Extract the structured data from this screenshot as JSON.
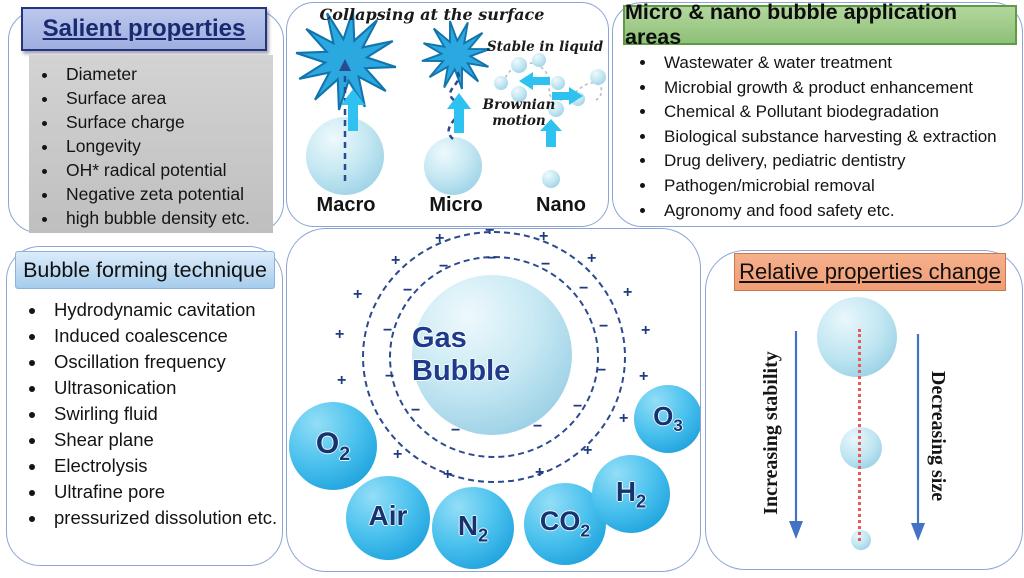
{
  "panels": {
    "salient": {
      "title": "Salient properties",
      "items": [
        "Diameter",
        "Surface area",
        "Surface charge",
        "Longevity",
        "OH* radical potential",
        "Negative zeta potential",
        "high bubble density etc."
      ]
    },
    "behavior": {
      "title_script": "Collapsing at the surface",
      "stable_label": "Stable in liquid",
      "brownian_label": "Brownian motion",
      "size_labels": [
        "Macro",
        "Micro",
        "Nano"
      ]
    },
    "applications": {
      "title": "Micro & nano bubble application areas",
      "items": [
        "Wastewater & water treatment",
        "Microbial growth & product enhancement",
        "Chemical & Pollutant biodegradation",
        "Biological substance harvesting & extraction",
        "Drug delivery, pediatric dentistry",
        "Pathogen/microbial removal",
        "Agronomy and food safety etc."
      ]
    },
    "forming": {
      "title": "Bubble forming technique",
      "items": [
        "Hydrodynamic cavitation",
        "Induced coalescence",
        "Oscillation frequency",
        "Ultrasonication",
        "Swirling fluid",
        "Shear plane",
        "Electrolysis",
        "Ultrafine pore",
        "pressurized dissolution etc."
      ]
    },
    "center": {
      "main_label": "Gas Bubble",
      "plus_sign": "+",
      "minus_sign": "−",
      "gases": [
        {
          "main": "O",
          "sub": "2"
        },
        {
          "main": "Air",
          "sub": ""
        },
        {
          "main": "N",
          "sub": "2"
        },
        {
          "main": "CO",
          "sub": "2"
        },
        {
          "main": "H",
          "sub": "2"
        },
        {
          "main": "O",
          "sub": "3"
        }
      ]
    },
    "relative": {
      "title": "Relative properties change",
      "left_label": "Increasing stability",
      "right_label": "Decreasing size"
    }
  },
  "colors": {
    "panel_border": "#8da5d4",
    "salient_header_bg": "#a9b6e4",
    "salient_text": "#1b2a70",
    "gray_box": "#c9c9c9",
    "green_header": "#9cc87e",
    "green_border": "#5f9a45",
    "blue_header": "#b9d6ee",
    "orange_header": "#f2a47e",
    "bright_bubble": "#29b0e8",
    "pale_bubble": "#b9e2f0",
    "ring_dash": "#2b4a8f",
    "cyan_arrow": "#2fc2f0",
    "navy_label": "#1e3a8a",
    "red_dotted": "#e85a5a",
    "arrow_blue": "#4472c4"
  }
}
